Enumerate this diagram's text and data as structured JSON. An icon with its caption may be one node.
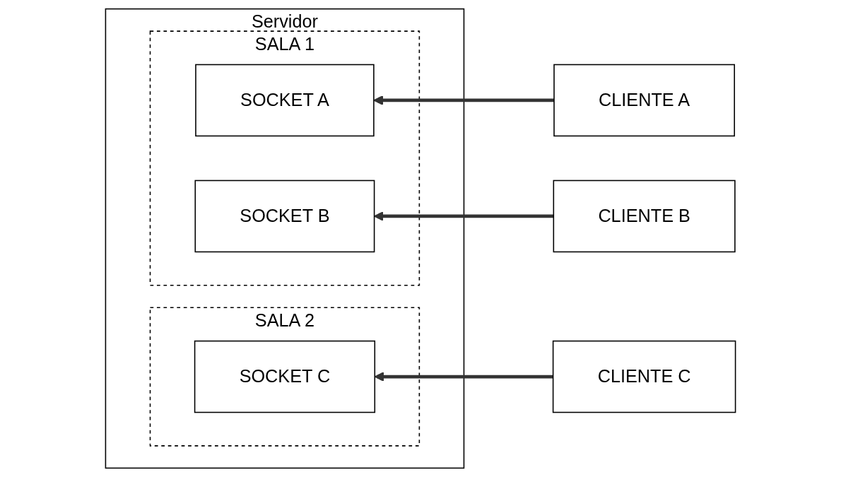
{
  "diagram": {
    "nodes": [
      {
        "text": [
          "Servidor"
        ]
      },
      {
        "text": [
          "SALA 1"
        ],
        "in": 0
      },
      {
        "text": [
          "SOCKET A"
        ],
        "in": 1
      },
      {
        "text": [
          "SOCKET B"
        ],
        "in": 1
      },
      {
        "text": [
          "SALA 2"
        ],
        "in": 0
      },
      {
        "text": [
          "SOCKET C"
        ],
        "in": 4
      },
      {
        "text": [
          "CLIENTE A"
        ]
      },
      {
        "text": [
          "CLIENTE B"
        ]
      },
      {
        "text": [
          "CLIENTE C"
        ]
      }
    ],
    "edges": [
      {
        "from": 6,
        "to": 2,
        "arrow": "to"
      },
      {
        "from": 7,
        "to": 3,
        "arrow": "to"
      },
      {
        "from": 8,
        "to": 5,
        "arrow": "to"
      }
    ]
  }
}
